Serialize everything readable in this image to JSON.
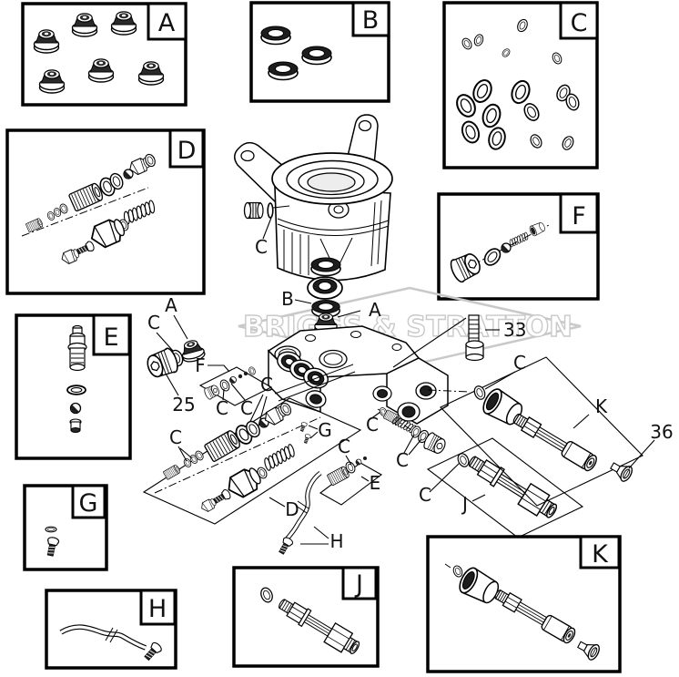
{
  "watermark": {
    "text": "BRIGGS & STRATTON"
  },
  "inset_labels": {
    "A": "A",
    "B": "B",
    "C": "C",
    "D": "D",
    "E": "E",
    "F": "F",
    "G": "G",
    "H": "H",
    "J": "J",
    "K": "K"
  },
  "callout_labels": {
    "A": "A",
    "B": "B",
    "C": "C",
    "D": "D",
    "E": "E",
    "F": "F",
    "G": "G",
    "H": "H",
    "J": "J",
    "K": "K"
  },
  "part_numbers": {
    "n25": "25",
    "n33": "33",
    "n36": "36"
  },
  "colors": {
    "line": "#000000",
    "dark_fill": "#1d1d1d",
    "background": "#ffffff",
    "watermark": "#c9c9c9"
  }
}
